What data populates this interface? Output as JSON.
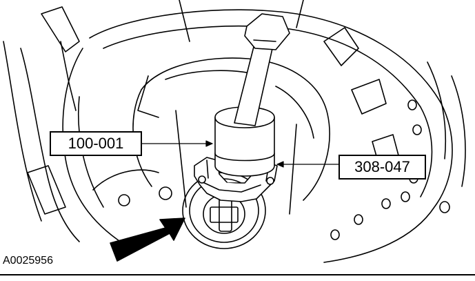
{
  "callouts": {
    "tool_100": "100-001",
    "tool_308": "308-047"
  },
  "figure_id": "A0025956",
  "colors": {
    "line": "#000000",
    "fill": "#ffffff",
    "arrow": "#000000"
  }
}
